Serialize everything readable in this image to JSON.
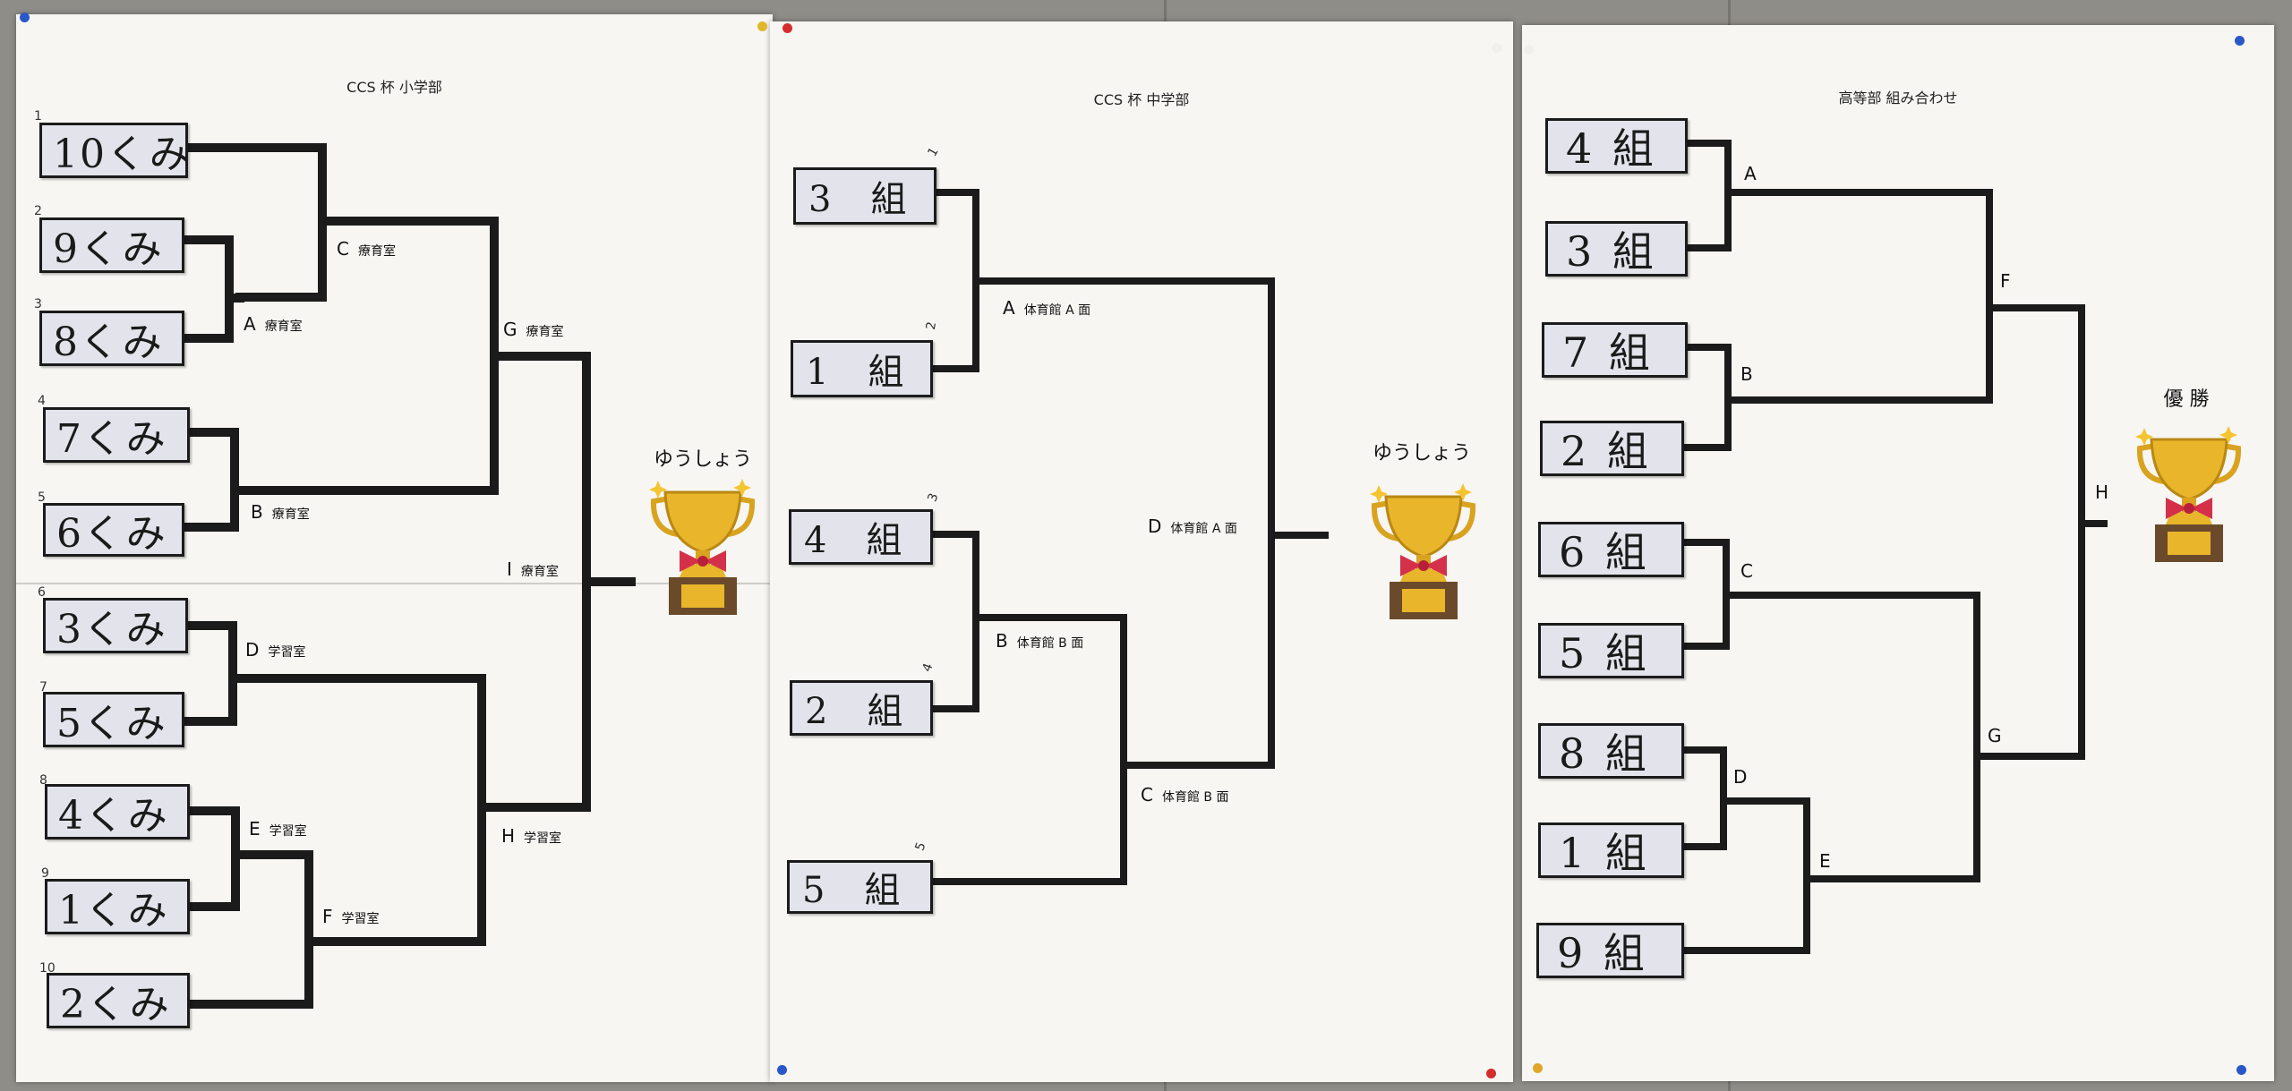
{
  "colors": {
    "wall": "#8f8d88",
    "paper": "#f7f6f3",
    "card": "#e3e3ec",
    "line": "#1b1b1b",
    "trophy_gold": "#e8b52b",
    "trophy_ribbon": "#d4304a",
    "sparkle": "#f5c531"
  },
  "elementary": {
    "title": "CCS 杯 小学部",
    "seeds": [
      "1",
      "2",
      "3",
      "4",
      "5",
      "6",
      "7",
      "8",
      "9",
      "10"
    ],
    "teams": [
      "10くみ",
      "9くみ",
      "8くみ",
      "7くみ",
      "6くみ",
      "3くみ",
      "5くみ",
      "4くみ",
      "1くみ",
      "2くみ"
    ],
    "matches": [
      {
        "letter": "C",
        "room": "療育室"
      },
      {
        "letter": "A",
        "room": "療育室"
      },
      {
        "letter": "G",
        "room": "療育室"
      },
      {
        "letter": "B",
        "room": "療育室"
      },
      {
        "letter": "I",
        "room": "療育室"
      },
      {
        "letter": "D",
        "room": "学習室"
      },
      {
        "letter": "E",
        "room": "学習室"
      },
      {
        "letter": "F",
        "room": "学習室"
      },
      {
        "letter": "H",
        "room": "学習室"
      }
    ],
    "champion_label": "ゆうしょう",
    "trophy_icon": "trophy-icon"
  },
  "junior": {
    "title": "CCS 杯 中学部",
    "seeds": [
      "1",
      "2",
      "3",
      "4",
      "5"
    ],
    "teams": [
      "3　組",
      "1　組",
      "4　組",
      "2　組",
      "5　組"
    ],
    "matches": [
      {
        "letter": "A",
        "room": "体育館 A 面"
      },
      {
        "letter": "B",
        "room": "体育館 B 面"
      },
      {
        "letter": "C",
        "room": "体育館 B 面"
      },
      {
        "letter": "D",
        "room": "体育館 A 面"
      }
    ],
    "champion_label": "ゆうしょう",
    "trophy_icon": "trophy-icon"
  },
  "high": {
    "title": "高等部 組み合わせ",
    "teams": [
      "4 組",
      "3 組",
      "7 組",
      "2 組",
      "6 組",
      "5 組",
      "8 組",
      "1 組",
      "9 組"
    ],
    "matches": [
      "A",
      "B",
      "C",
      "D",
      "E",
      "F",
      "G",
      "H"
    ],
    "champion_label": "優 勝",
    "trophy_icon": "trophy-icon"
  }
}
